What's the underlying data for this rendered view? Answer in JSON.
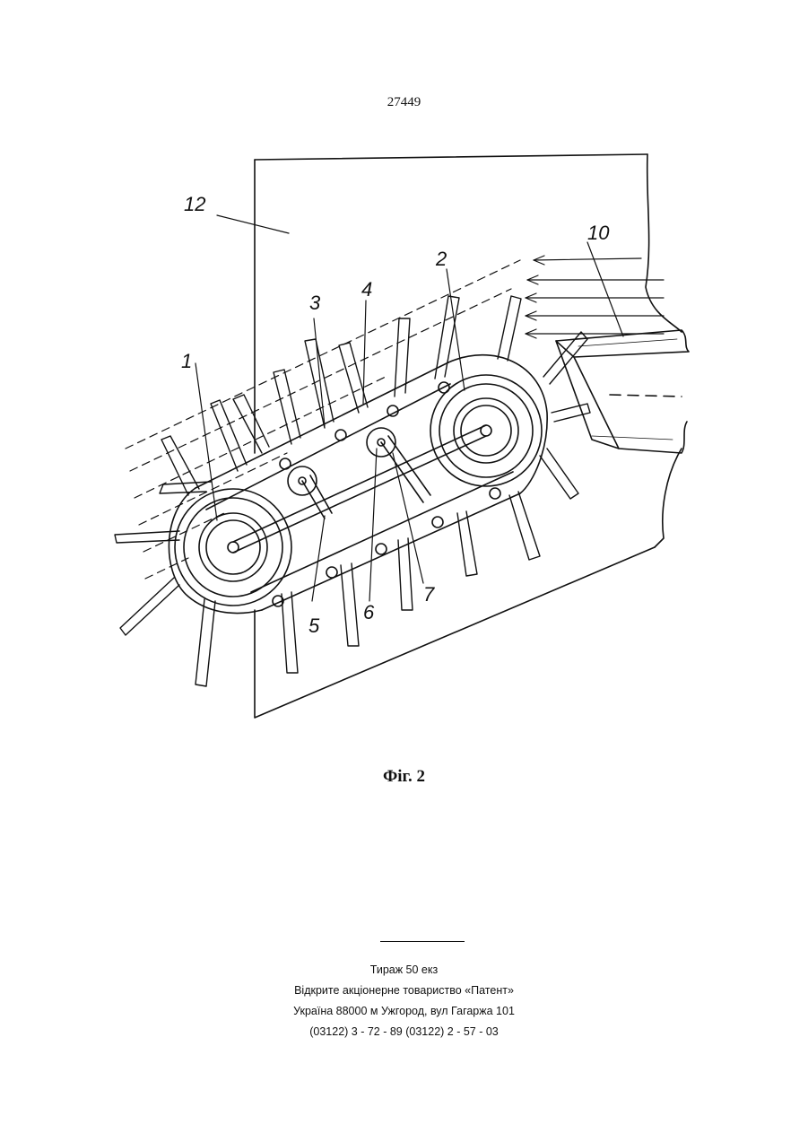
{
  "header": {
    "patent_number": "27449"
  },
  "figure": {
    "caption": "Фіг. 2",
    "labels": [
      "1",
      "2",
      "3",
      "4",
      "5",
      "6",
      "7",
      "10",
      "12"
    ]
  },
  "imprint": {
    "circulation": "Тираж 50 екз",
    "publisher": "Відкрите акціонерне товариство «Патент»",
    "address": "Україна 88000 м Ужгород, вул Гагаржа 101",
    "phones": "(03122) 3 - 72 - 89   (03122) 2 - 57 - 03"
  }
}
